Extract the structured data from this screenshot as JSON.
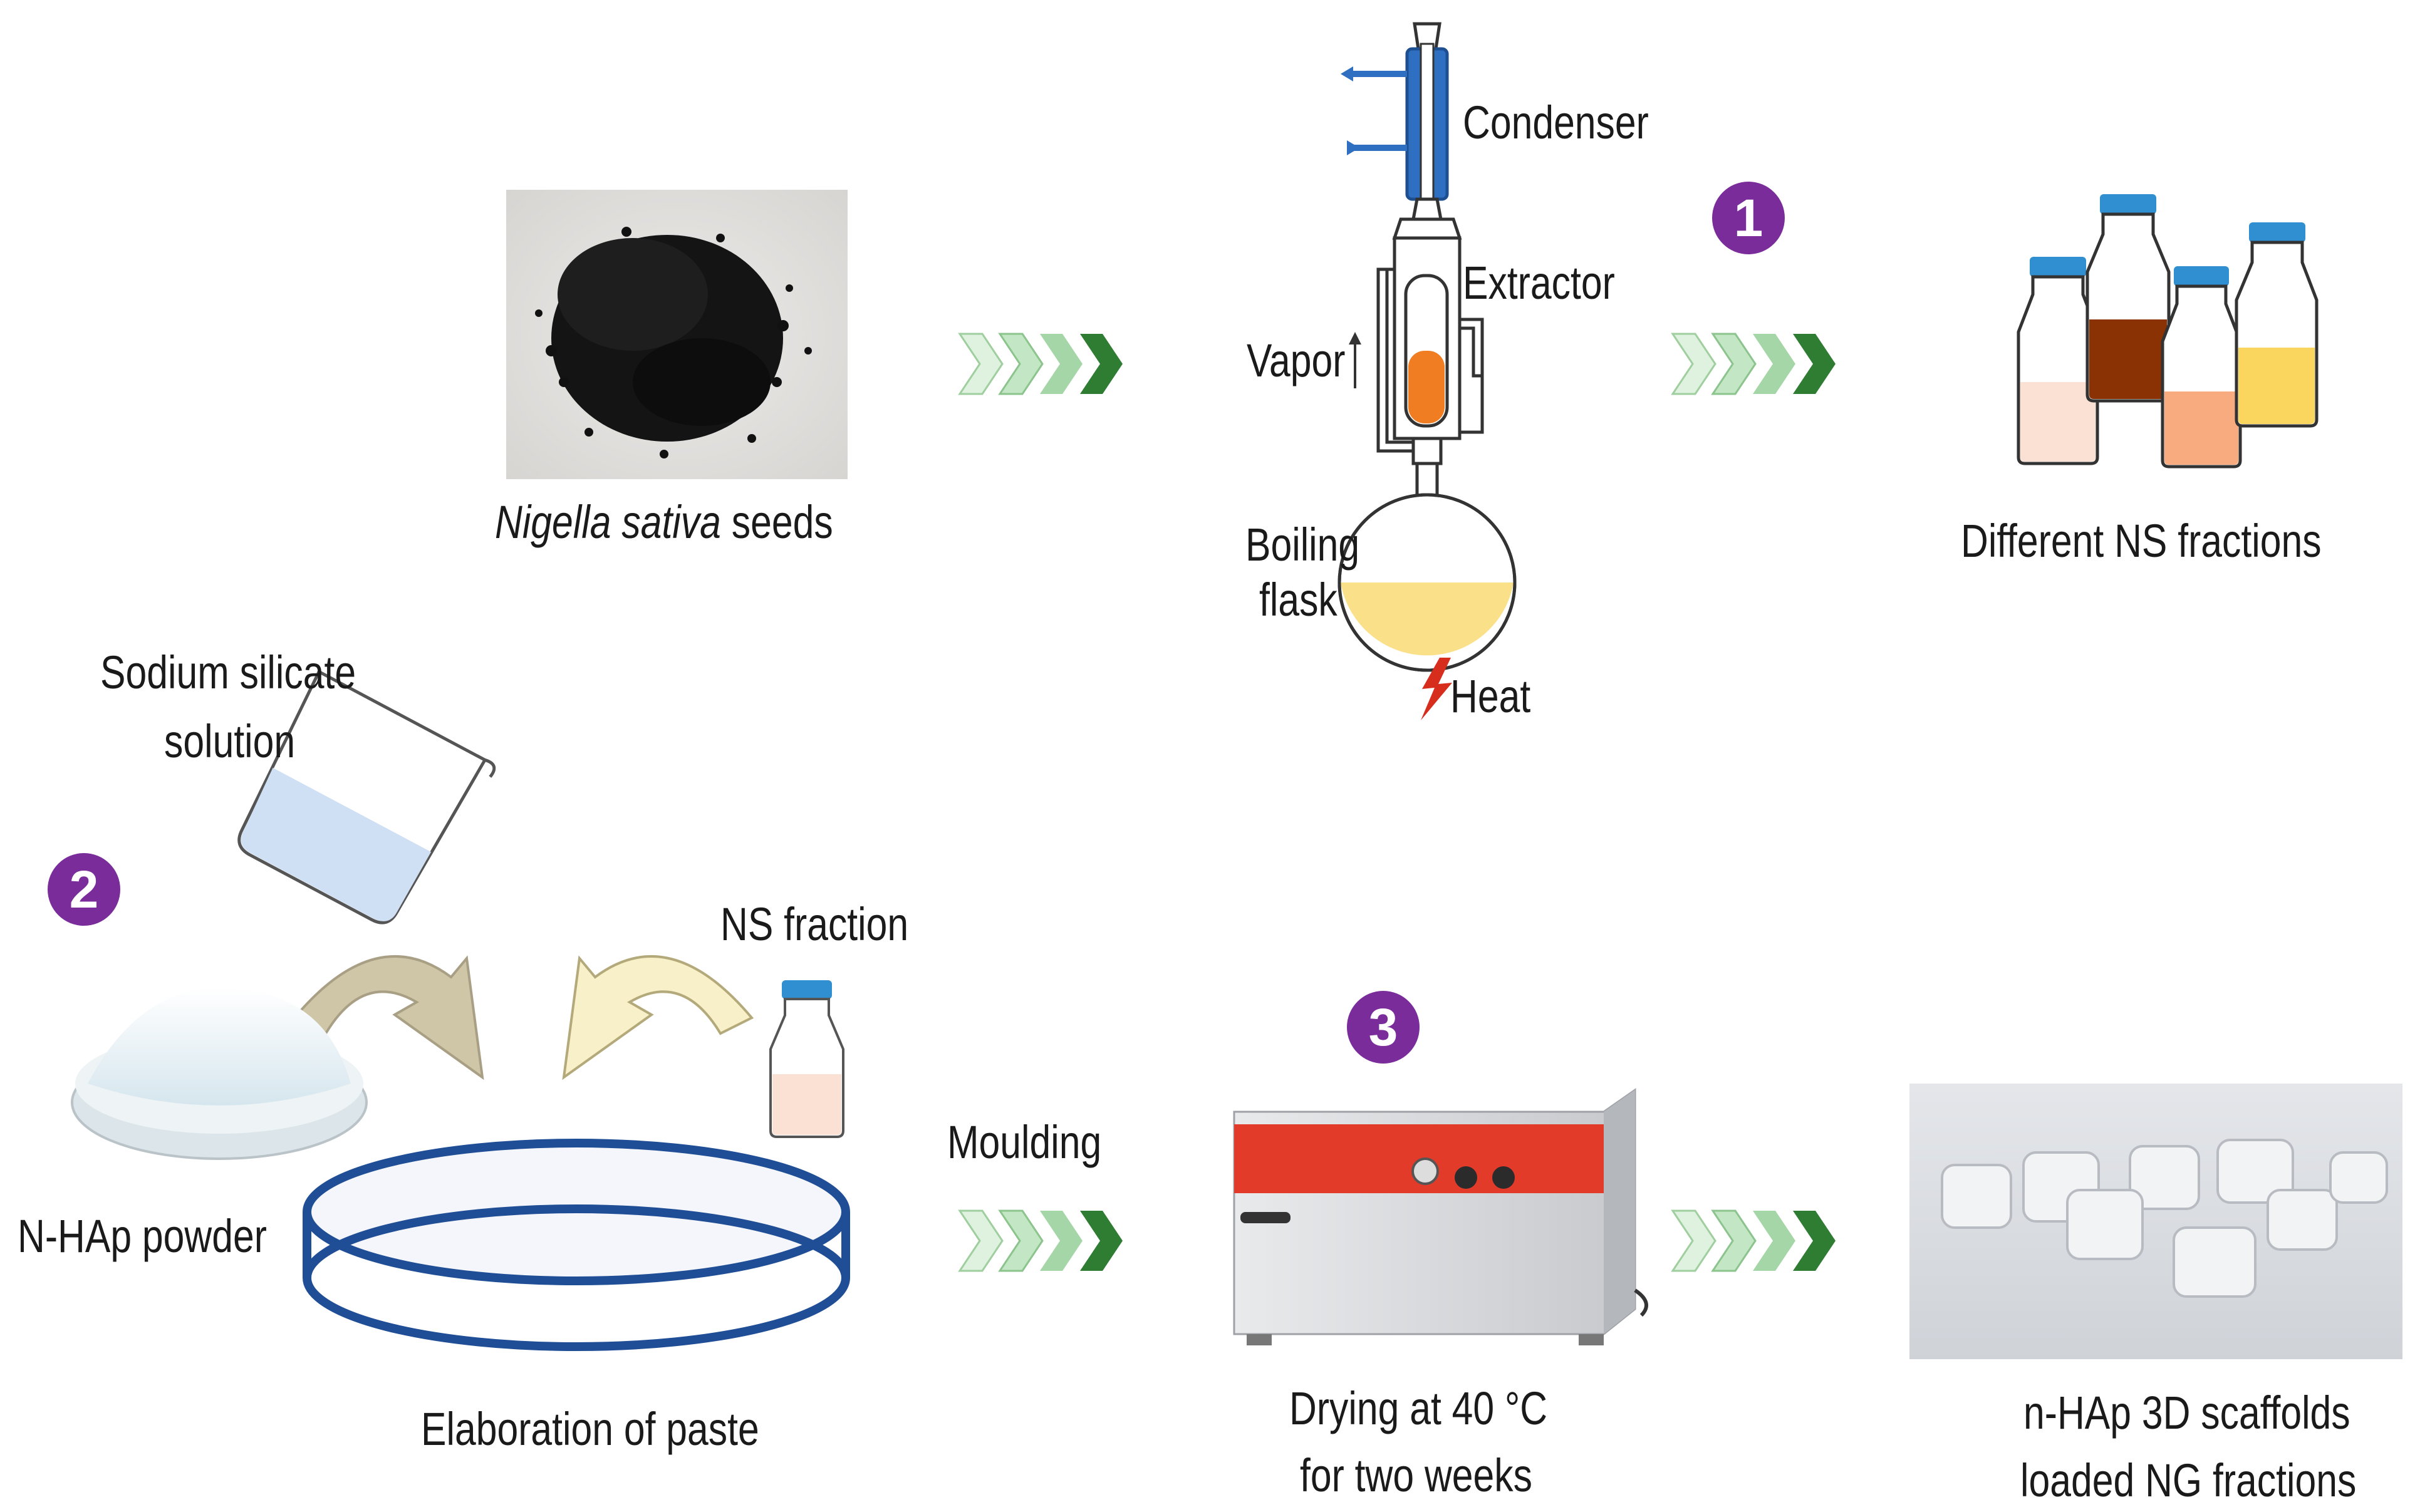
{
  "steps": {
    "one": "1",
    "two": "2",
    "three": "3"
  },
  "labels": {
    "seeds_italic": "Nigella sativa",
    "seeds_rest": " seeds",
    "condenser": "Condenser",
    "extractor": "Extractor",
    "vapor": "Vapor",
    "boiling_line1": "Boiling",
    "boiling_line2": "flask",
    "heat": "Heat",
    "fractions": "Different NS fractions",
    "sodium_line1": "Sodium silicate",
    "sodium_line2": "solution",
    "ns_fraction": "NS fraction",
    "nhap_powder": "N-HAp powder",
    "elaboration": "Elaboration of paste",
    "moulding": "Moulding",
    "drying_line1": "Drying at 40 °C",
    "drying_line2": "for two weeks",
    "scaffolds_line1": "n-HAp 3D scaffolds",
    "scaffolds_line2": "loaded NG fractions"
  },
  "colors": {
    "badge": "#7a2d9a",
    "arrow_dark": "#2e7d32",
    "arrow_light": "#a5d6a7",
    "condenser": "#2f6fc2",
    "bottle_cap": "#2f8fd0",
    "dish_ring": "#1f4e96",
    "oven_red": "#e23b2a"
  },
  "icons": [
    "seed-photo",
    "soxhlet-apparatus",
    "bottle-icon",
    "beaker-icon",
    "powder-dish-icon",
    "petri-dish-icon",
    "oven-icon",
    "scaffold-photo",
    "chevron-arrow-icon",
    "curved-arrow-icon"
  ],
  "fraction_bottles": [
    {
      "fill": "#fbe0d4",
      "level": 0.38
    },
    {
      "fill": "#8b3204",
      "level": 0.38
    },
    {
      "fill": "#f7ab7f",
      "level": 0.38
    },
    {
      "fill": "#fbd65f",
      "level": 0.38
    }
  ]
}
